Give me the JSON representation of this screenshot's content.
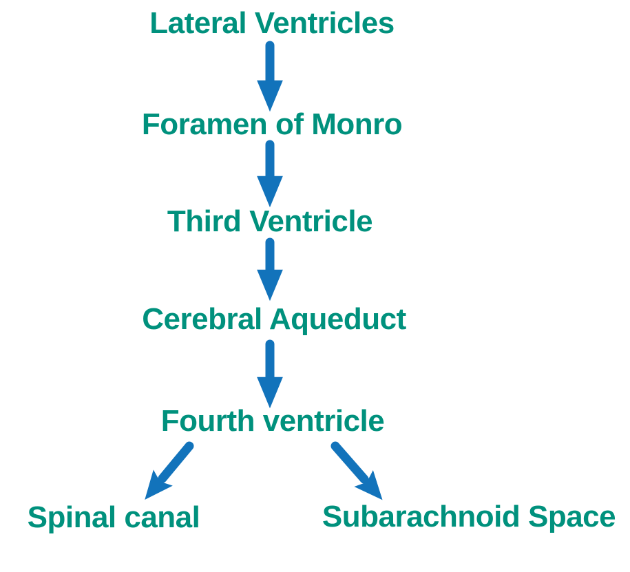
{
  "diagram": {
    "type": "flowchart",
    "subject": "cerebrospinal-fluid-flow",
    "colors": {
      "text": "#00917d",
      "arrow": "#1273bb",
      "background": "#ffffff"
    },
    "nodes": [
      {
        "id": "lateral-ventricles",
        "label": "Lateral Ventricles"
      },
      {
        "id": "foramen-of-monro",
        "label": "Foramen of Monro"
      },
      {
        "id": "third-ventricle",
        "label": "Third Ventricle"
      },
      {
        "id": "cerebral-aqueduct",
        "label": "Cerebral Aqueduct"
      },
      {
        "id": "fourth-ventricle",
        "label": "Fourth ventricle"
      },
      {
        "id": "spinal-canal",
        "label": "Spinal canal"
      },
      {
        "id": "subarachnoid-space",
        "label": "Subarachnoid Space"
      }
    ],
    "edges": [
      {
        "from": "lateral-ventricles",
        "to": "foramen-of-monro"
      },
      {
        "from": "foramen-of-monro",
        "to": "third-ventricle"
      },
      {
        "from": "third-ventricle",
        "to": "cerebral-aqueduct"
      },
      {
        "from": "cerebral-aqueduct",
        "to": "fourth-ventricle"
      },
      {
        "from": "fourth-ventricle",
        "to": "spinal-canal"
      },
      {
        "from": "fourth-ventricle",
        "to": "subarachnoid-space"
      }
    ]
  }
}
